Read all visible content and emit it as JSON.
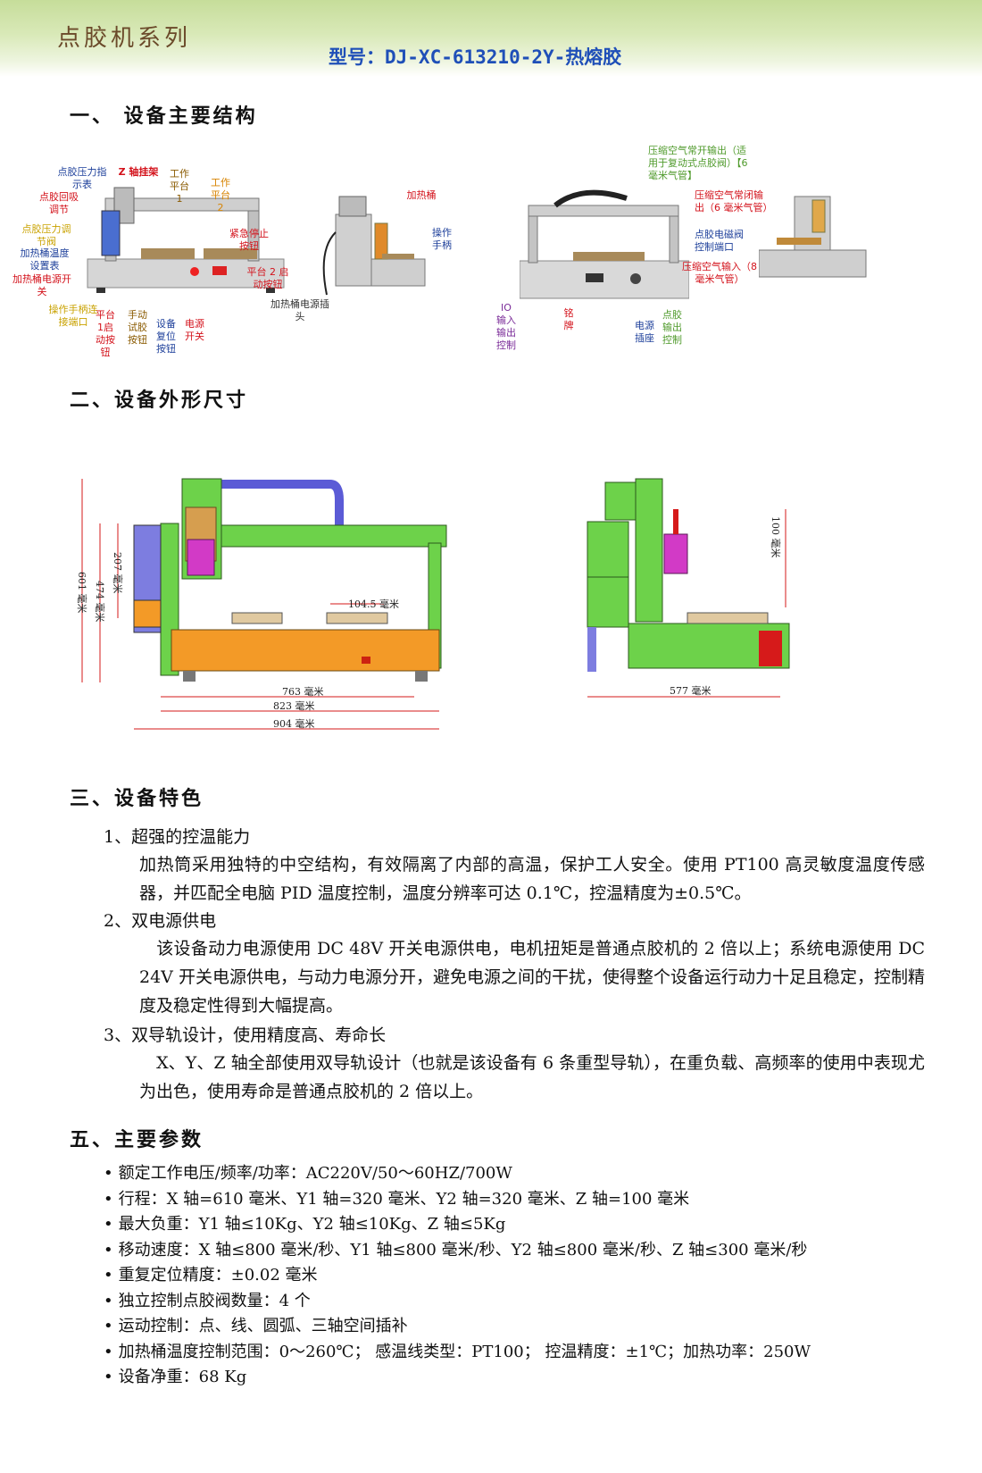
{
  "header": {
    "series_title": "点胶机系列",
    "model": "型号：DJ-XC-613210-2Y-热熔胶"
  },
  "sections": {
    "s1": "一、 设备主要结构",
    "s2": "二、设备外形尺寸",
    "s3": "三、设备特色",
    "s5": "五、主要参数"
  },
  "structure_labels": {
    "pressure_gauge": "点胶压力指示表",
    "z_mount": "Z 轴挂架",
    "work_platform1": "工作平台 1",
    "work_platform2": "工作平台 2",
    "suck_back": "点胶回吸调节",
    "pressure_valve": "点胶压力调节阀",
    "temp_meter": "加热桶温度设置表",
    "heater_switch": "加热桶电源开关",
    "pendant_port": "操作手柄连接端口",
    "p1_start": "平台1启动按钮",
    "manual_test": "手动试胶按钮",
    "reset": "设备复位按钮",
    "power_switch": "电源开关",
    "estop": "紧急停止按钮",
    "p2_start": "平台 2 启动按钮",
    "heating_barrel": "加热桶",
    "pendant": "操作手柄",
    "barrel_plug": "加热桶电源插头",
    "air_open": "压缩空气常开输出（适用于复动式点胶阀）【6毫米气管】",
    "air_closed": "压缩空气常闭输出（6 毫米气管）",
    "solenoid_port": "点胶电磁阀控制端口",
    "air_in": "压缩空气输入（8 毫米气管）",
    "io": "IO 输入输出控制",
    "nameplate": "铭牌",
    "power_socket": "电源插座",
    "dispense_ctrl": "点胶输出控制"
  },
  "dimensions": {
    "h601": "601 毫米",
    "h474": "474 毫米",
    "h207": "207 毫米",
    "w104": "104.5 毫米",
    "w763": "763 毫米",
    "w823": "823 毫米",
    "w904": "904 毫米",
    "z100": "100 毫米",
    "d577": "577 毫米"
  },
  "features": [
    {
      "title": "1、超强的控温能力",
      "body": "加热筒采用独特的中空结构，有效隔离了内部的高温，保护工人安全。使用 PT100 高灵敏度温度传感器，并匹配全电脑 PID 温度控制，温度分辨率可达 0.1℃，控温精度为±0.5℃。"
    },
    {
      "title": "2、双电源供电",
      "body": "　该设备动力电源使用 DC 48V 开关电源供电，电机扭矩是普通点胶机的 2 倍以上；系统电源使用 DC 24V 开关电源供电，与动力电源分开，避免电源之间的干扰，使得整个设备运行动力十足且稳定，控制精度及稳定性得到大幅提高。"
    },
    {
      "title": " 3、双导轨设计，使用精度高、寿命长",
      "body": "　X、Y、Z 轴全部使用双导轨设计（也就是该设备有 6 条重型导轨），在重负载、高频率的使用中表现尤为出色，使用寿命是普通点胶机的 2 倍以上。"
    }
  ],
  "params": [
    "额定工作电压/频率/功率：AC220V/50～60HZ/700W",
    "行程：X 轴=610 毫米、Y1 轴=320 毫米、Y2 轴=320 毫米、Z 轴=100 毫米",
    "最大负重：Y1 轴≤10Kg、Y2 轴≤10Kg、Z 轴≤5Kg",
    "移动速度：X 轴≤800 毫米/秒、Y1 轴≤800 毫米/秒、Y2 轴≤800 毫米/秒、Z 轴≤300 毫米/秒",
    "重复定位精度：±0.02 毫米",
    "独立控制点胶阀数量：4 个",
    "运动控制：点、线、圆弧、三轴空间插补",
    "加热桶温度控制范围：0～260℃；  感温线类型：PT100；  控温精度：±1℃；加热功率：250W",
    "设备净重：68 Kg"
  ]
}
